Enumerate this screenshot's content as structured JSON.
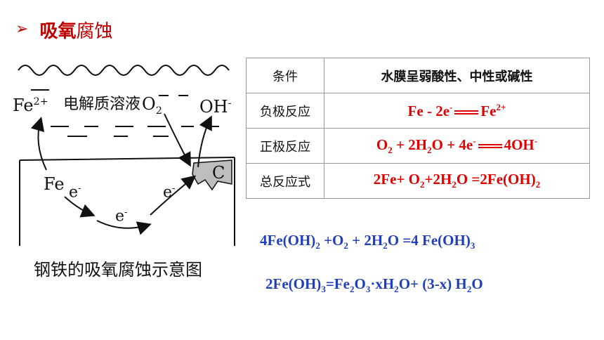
{
  "heading": {
    "bullet": "➢",
    "title_bold": "吸氧",
    "title_normal": "腐蚀"
  },
  "diagram": {
    "fe_ion": "Fe",
    "fe_ion_charge": "2+",
    "electrolyte": "电解质溶液",
    "o2": "O",
    "o2_sub": "2",
    "oh": "OH",
    "oh_charge": "-",
    "fe": "Fe",
    "electron": "e",
    "electron_charge": "-",
    "carbon": "C",
    "caption": "钢铁的吸氧腐蚀示意图"
  },
  "table": {
    "rows": [
      {
        "label": "条件",
        "value": "水膜呈弱酸性、中性或碱性"
      },
      {
        "label": "负极反应",
        "v": {
          "a": "Fe - 2e",
          "a_sup": "-",
          "b": "Fe",
          "b_sup": "2+"
        }
      },
      {
        "label": "正极反应",
        "v": {
          "a": "O",
          "a_sub": "2",
          "b": " + 2H",
          "b_sub": "2",
          "c": "O + 4e",
          "c_sup": "-",
          "d": "4OH",
          "d_sup": "-"
        }
      },
      {
        "label": "总反应式",
        "v": {
          "a": "2Fe+ O",
          "a_sub": "2",
          "b": "+2H",
          "b_sub": "2",
          "c": "O =2Fe(OH)",
          "c_sub": "2"
        }
      }
    ]
  },
  "equations": {
    "eq1": {
      "p1": "4Fe(OH)",
      "s1": "2",
      "p2": " +O",
      "s2": "2",
      "p3": " + 2H",
      "s3": "2",
      "p4": "O =4 Fe(OH)",
      "s4": "3"
    },
    "eq2": {
      "p1": "2Fe(OH)",
      "s1": "3",
      "p2": "=Fe",
      "s2": "2",
      "p3": "O",
      "s3": "3",
      "p4": "·xH",
      "s4": "2",
      "p5": "O+ (3-x) H",
      "s5": "2",
      "p6": "O"
    }
  },
  "colors": {
    "heading": "#c00000",
    "reaction": "#e00000",
    "equation": "#1f3fbf"
  }
}
